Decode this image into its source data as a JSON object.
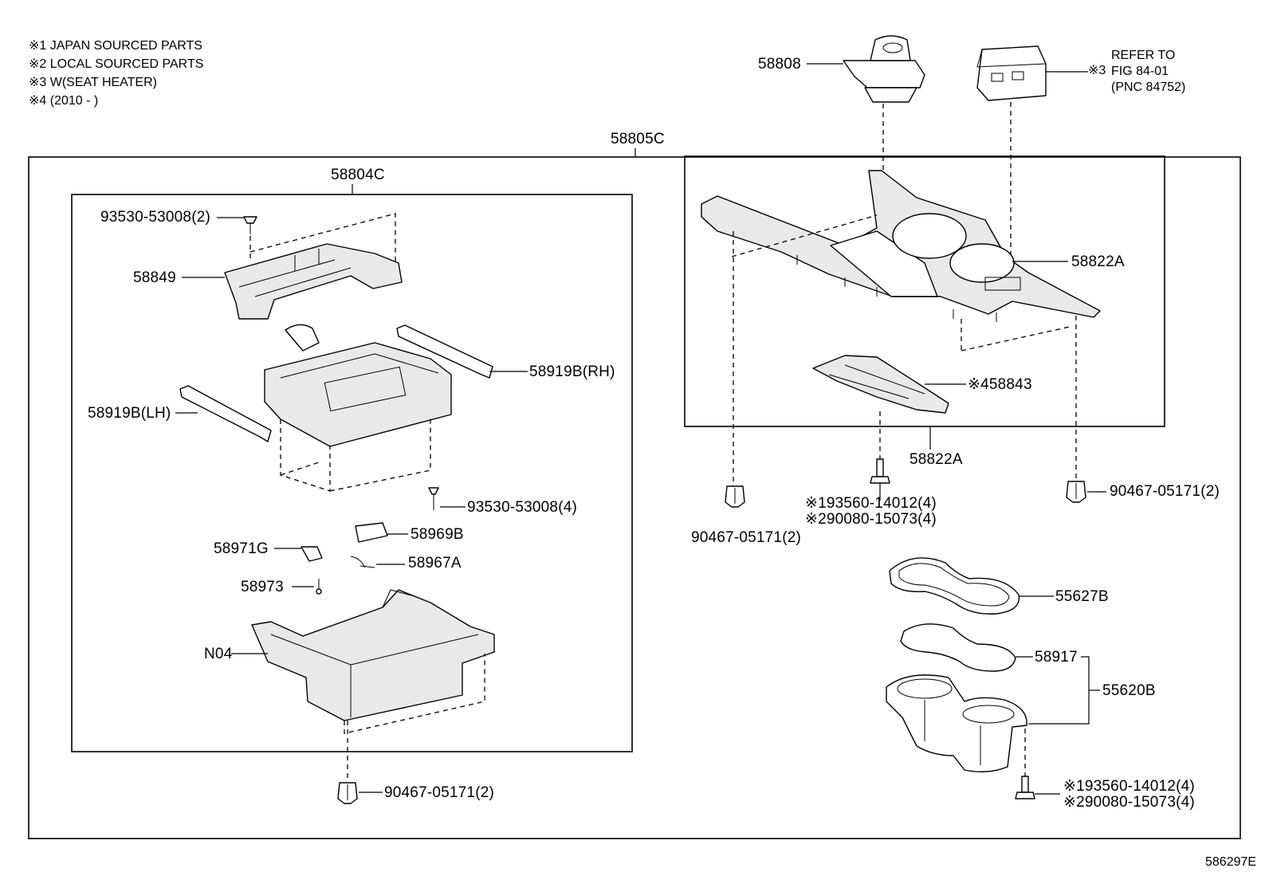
{
  "notes": [
    "※1 JAPAN SOURCED PARTS",
    "※2 LOCAL SOURCED PARTS",
    "※3 W(SEAT HEATER)",
    "※4 (2010 -        )"
  ],
  "figure_id": "586297E",
  "labels": {
    "p58805C": "58805C",
    "p58804C": "58804C",
    "p58808": "58808",
    "refer": [
      "REFER TO",
      "FIG 84-01",
      "(PNC 84752)"
    ],
    "note3_mark": "※3",
    "p58822A_top": "58822A",
    "p58822A_bottom": "58822A",
    "p58843": "※458843",
    "screw_top": "93530-53008(2)",
    "p58849": "58849",
    "p58919B_rh": "58919B(RH)",
    "p58919B_lh": "58919B(LH)",
    "screw_bottom": "93530-53008(4)",
    "p58969B": "58969B",
    "p58971G": "58971G",
    "p58967A": "58967A",
    "p58973": "58973",
    "pN04": "N04",
    "clip_bottom": "90467-05171(2)",
    "clip_left": "90467-05171(2)",
    "clip_right": "90467-05171(2)",
    "bolt_mid_1": "※193560-14012(4)",
    "bolt_mid_2": "※290080-15073(4)",
    "bolt_low_1": "※193560-14012(4)",
    "bolt_low_2": "※290080-15073(4)",
    "p55627B": "55627B",
    "p58917": "58917",
    "p55620B": "55620B"
  }
}
